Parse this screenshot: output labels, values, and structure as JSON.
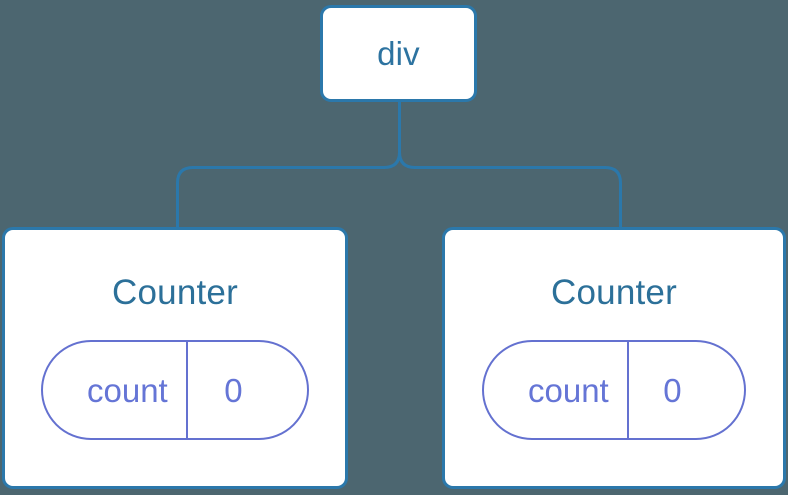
{
  "diagram": {
    "type": "component-tree",
    "background_color": "#4c6670",
    "node_border_color": "#2b78ab",
    "node_fill_color": "#ffffff",
    "connector_color": "#2b78ab",
    "title_text_color": "#2c7099",
    "state_color": "#6575d6"
  },
  "root": {
    "label": "div"
  },
  "children": [
    {
      "title": "Counter",
      "state": {
        "key": "count",
        "value": "0"
      }
    },
    {
      "title": "Counter",
      "state": {
        "key": "count",
        "value": "0"
      }
    }
  ]
}
